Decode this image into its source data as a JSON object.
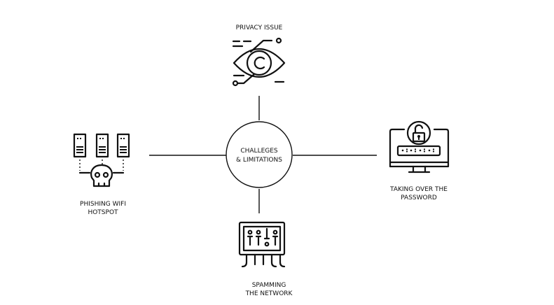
{
  "center": {
    "line1": "CHALLEGES",
    "line2": "& LIMITATIONS"
  },
  "nodes": {
    "top": {
      "label": "PRIVACY ISSUE",
      "icon": "eye-circuit-icon"
    },
    "left": {
      "line1": "PHISHING WIFI",
      "line2": "HOTSPOT",
      "icon": "servers-skull-icon"
    },
    "right": {
      "line1": "TAKING OVER THE",
      "line2": "PASSWORD",
      "icon": "monitor-unlocked-password-icon"
    },
    "bottom": {
      "line1": "SPAMMING",
      "line2": "THE NETWORK",
      "icon": "network-panel-icon"
    }
  },
  "colors": {
    "stroke": "#111111",
    "background": "#ffffff"
  }
}
